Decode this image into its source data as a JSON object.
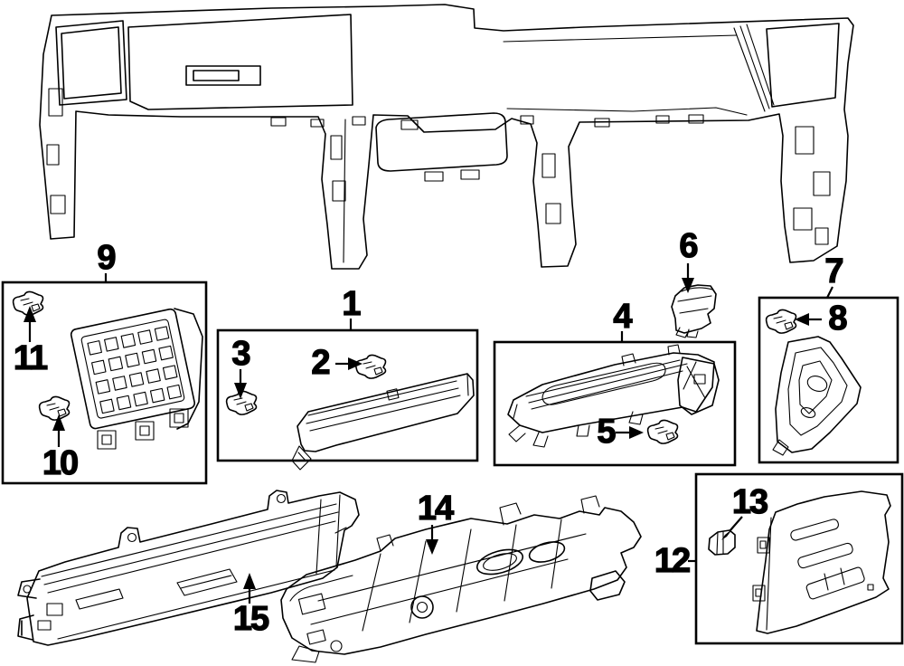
{
  "diagram": {
    "background_color": "#ffffff",
    "line_color": "#000000",
    "callouts": [
      "1",
      "2",
      "3",
      "4",
      "5",
      "6",
      "7",
      "8",
      "9",
      "10",
      "11",
      "12",
      "13",
      "14",
      "15"
    ]
  }
}
